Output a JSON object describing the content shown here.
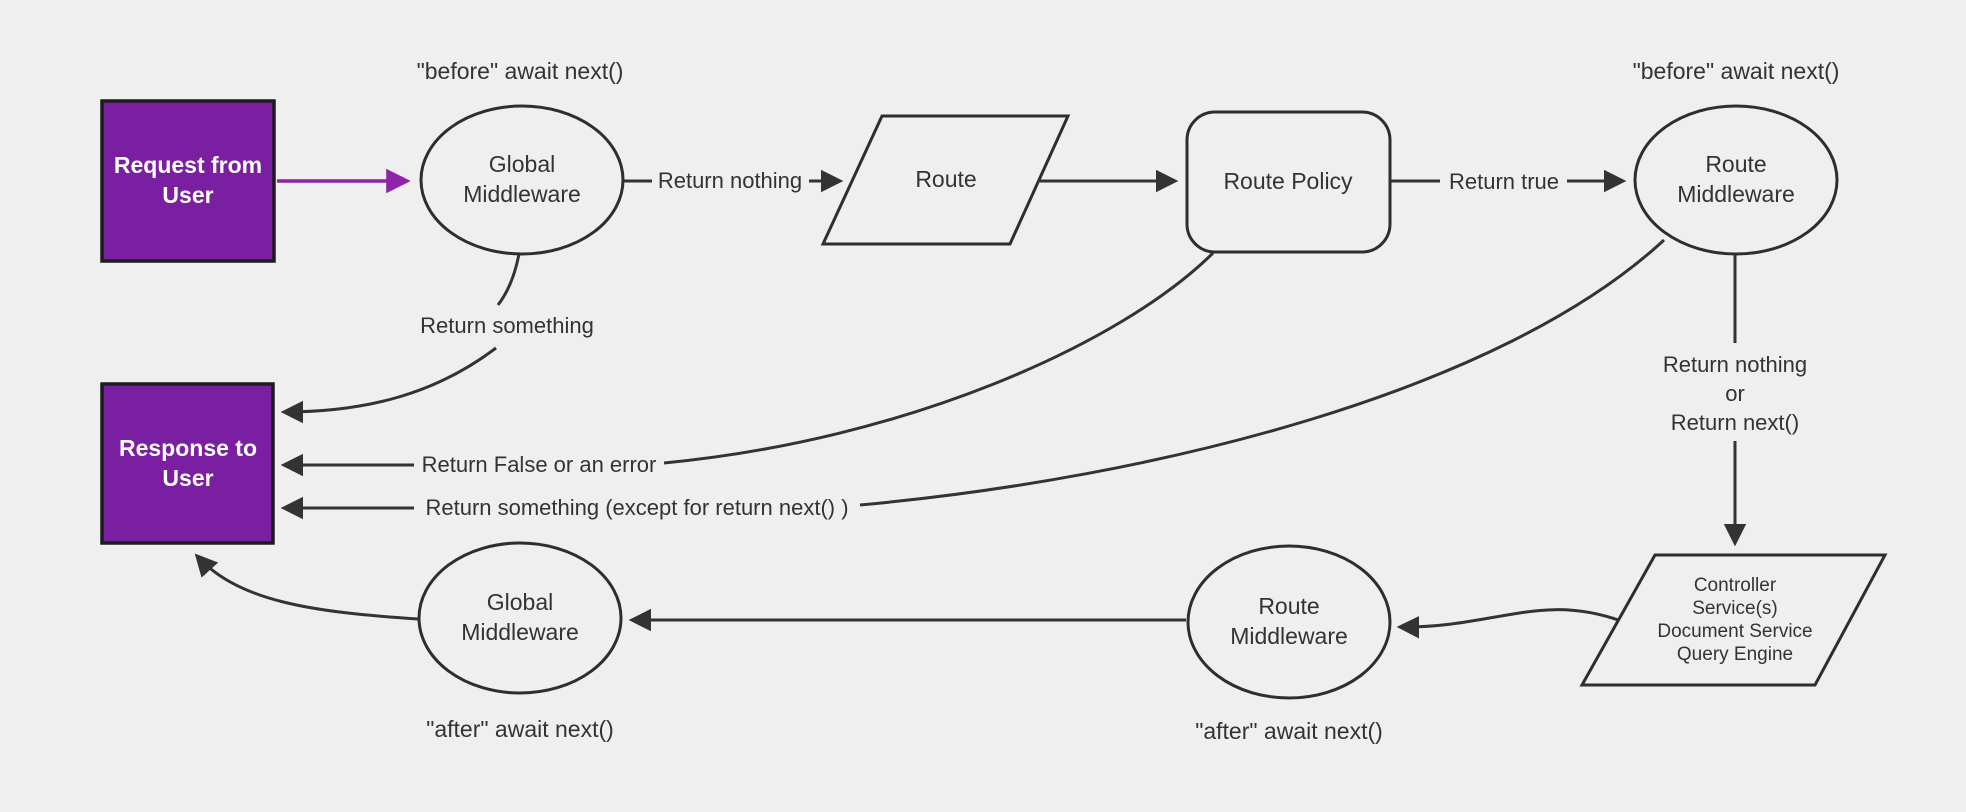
{
  "diagram": {
    "background": "#efefef",
    "line_color": "#333333",
    "accent_purple": "#7b1fa2",
    "accent_purple_arrow": "#8e24aa",
    "nodes": {
      "request": {
        "shape": "rectangle",
        "lines": [
          "Request from",
          "User"
        ]
      },
      "response": {
        "shape": "rectangle",
        "lines": [
          "Response to",
          "User"
        ]
      },
      "global_middleware_before": {
        "shape": "ellipse",
        "lines": [
          "Global",
          "Middleware"
        ]
      },
      "route": {
        "shape": "parallelogram",
        "label": "Route"
      },
      "route_policy": {
        "shape": "rounded-rectangle",
        "label": "Route Policy"
      },
      "route_middleware_before": {
        "shape": "ellipse",
        "lines": [
          "Route",
          "Middleware"
        ]
      },
      "controller": {
        "shape": "parallelogram",
        "lines": [
          "Controller",
          "Service(s)",
          "Document Service",
          "Query Engine"
        ]
      },
      "route_middleware_after": {
        "shape": "ellipse",
        "lines": [
          "Route",
          "Middleware"
        ]
      },
      "global_middleware_after": {
        "shape": "ellipse",
        "lines": [
          "Global",
          "Middleware"
        ]
      }
    },
    "annotations": {
      "before_global": "\"before\" await next()",
      "before_route": "\"before\" await next()",
      "after_route": "\"after\" await next()",
      "after_global": "\"after\" await next()"
    },
    "edge_labels": {
      "return_nothing": "Return nothing",
      "return_true": "Return true",
      "return_something": "Return something",
      "return_false": "Return False or an error",
      "return_something_except": "Return something (except for return next() )",
      "return_nothing_or": [
        "Return nothing",
        "or",
        "Return next()"
      ]
    }
  }
}
